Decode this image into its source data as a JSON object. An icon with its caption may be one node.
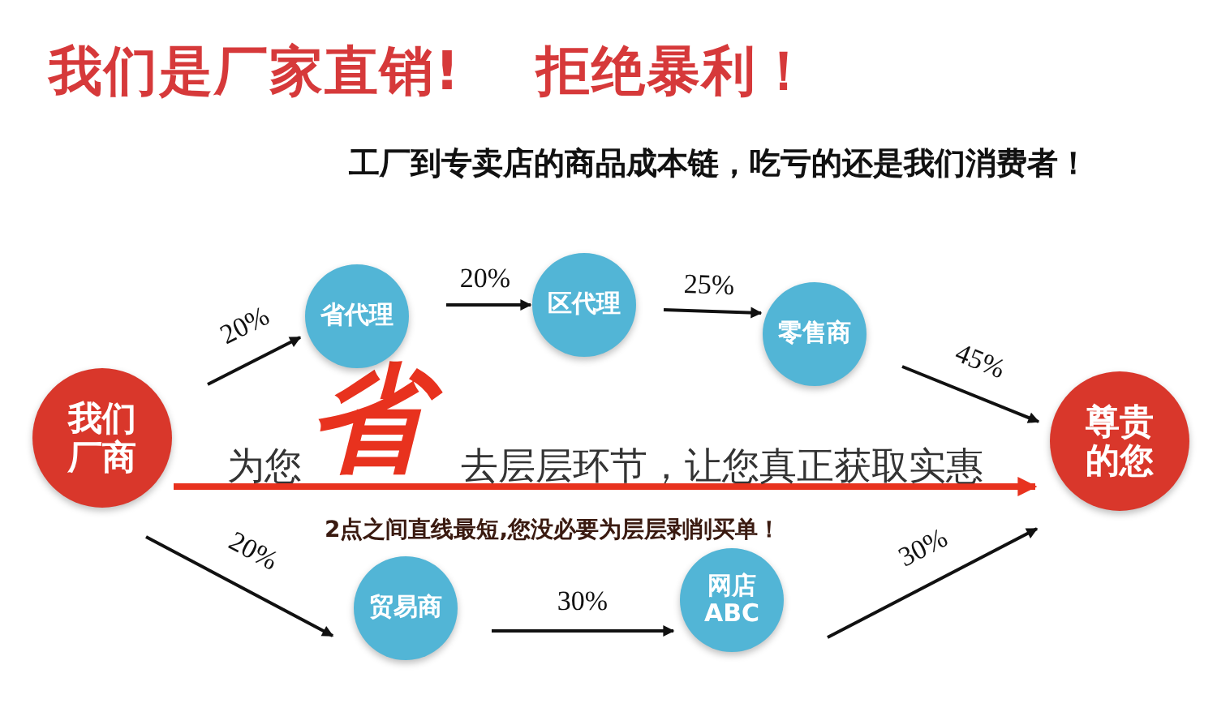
{
  "diagram": {
    "title": "我们是厂家直销!　 拒绝暴利！",
    "nodes": [
      {
        "text": [
          "我们厂商"
        ]
      },
      {
        "text": [
          "省代理"
        ]
      },
      {
        "text": [
          "区代理"
        ]
      },
      {
        "text": [
          "零售商"
        ]
      },
      {
        "text": [
          "尊贵的您"
        ]
      },
      {
        "text": [
          "贸易商"
        ]
      },
      {
        "text": [
          "网店 ABC"
        ]
      }
    ],
    "edges": [
      {
        "from": 0,
        "to": 1,
        "arrow": "to",
        "label": "20%"
      },
      {
        "from": 1,
        "to": 2,
        "arrow": "to",
        "label": "20%"
      },
      {
        "from": 2,
        "to": 3,
        "arrow": "to",
        "label": "25%"
      },
      {
        "from": 3,
        "to": 4,
        "arrow": "to",
        "label": "45%"
      },
      {
        "from": 0,
        "to": 4,
        "arrow": "to",
        "style": "thick",
        "color": "#e8321e"
      },
      {
        "from": 0,
        "to": 5,
        "arrow": "to",
        "label": "20%"
      },
      {
        "from": 5,
        "to": 6,
        "arrow": "to",
        "label": "30%"
      },
      {
        "from": 6,
        "to": 4,
        "arrow": "to",
        "label": "30%"
      }
    ],
    "labels": [
      "工厂到专卖店的商品成本链，吃亏的还是我们消费者！",
      "为您",
      "省",
      "去层层环节，让您真正获取实惠",
      "2点之间直线最短,您没必要为层层剥削买单！"
    ]
  }
}
